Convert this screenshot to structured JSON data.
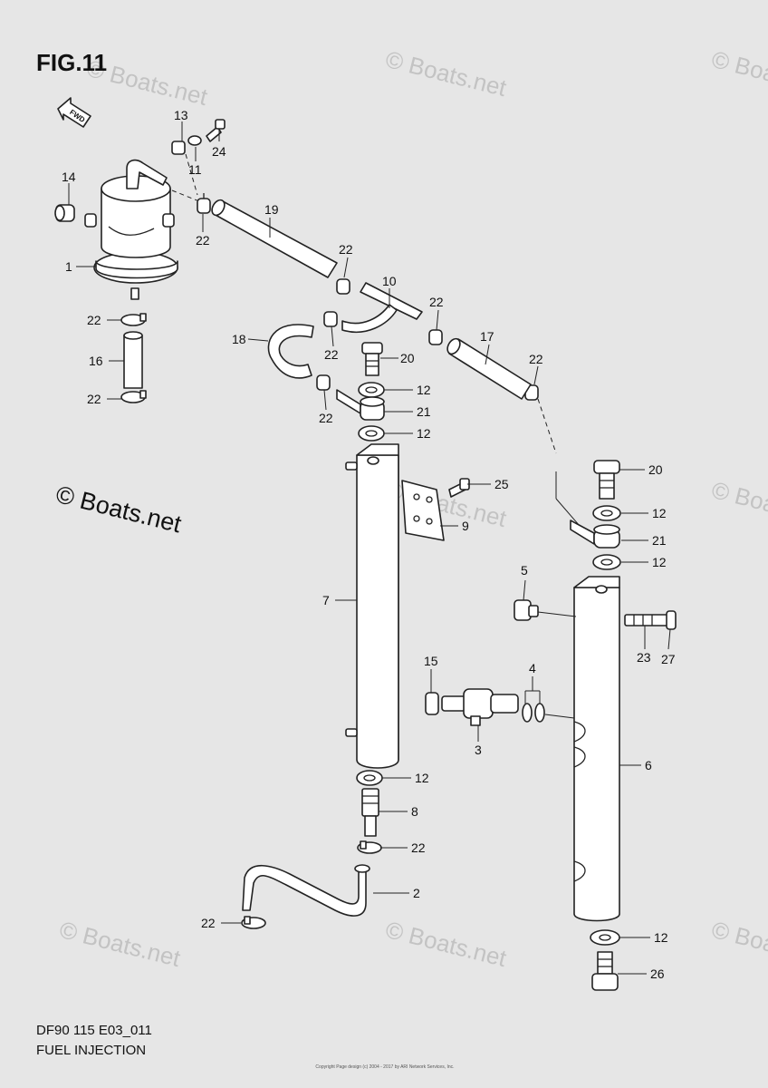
{
  "figure": {
    "title": "FIG.11",
    "code": "DF90 115 E03_011",
    "caption": "FUEL INJECTION",
    "copyright": "Copyright\nPage design (c) 2004 - 2017 by ARI Network Services, Inc."
  },
  "watermark": {
    "main": "© Boats.net",
    "faint": "© Boats.net"
  },
  "fwd_arrow": "FWD",
  "callouts": [
    "13",
    "24",
    "11",
    "14",
    "22",
    "19",
    "1",
    "22",
    "10",
    "22",
    "22",
    "18",
    "22",
    "20",
    "17",
    "22",
    "16",
    "22",
    "12",
    "21",
    "12",
    "22",
    "25",
    "20",
    "9",
    "12",
    "21",
    "12",
    "5",
    "7",
    "23",
    "27",
    "15",
    "4",
    "3",
    "6",
    "12",
    "8",
    "22",
    "2",
    "22",
    "12",
    "26"
  ]
}
